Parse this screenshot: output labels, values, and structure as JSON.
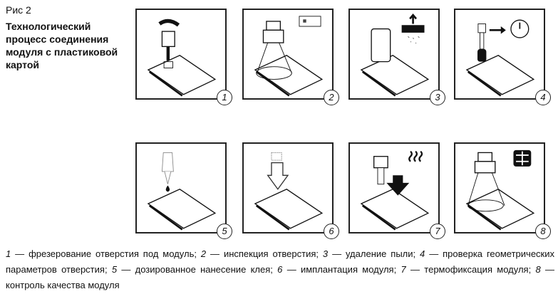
{
  "figure": {
    "label": "Рис 2",
    "title": "Технологический процесс соединения модуля с пластиковой картой"
  },
  "panels": [
    {
      "n": "1"
    },
    {
      "n": "2"
    },
    {
      "n": "3"
    },
    {
      "n": "4"
    },
    {
      "n": "5"
    },
    {
      "n": "6"
    },
    {
      "n": "7"
    },
    {
      "n": "8"
    }
  ],
  "caption": [
    {
      "n": "1",
      "text": " — фрезерование отверстия под модуль; "
    },
    {
      "n": "2",
      "text": " — инспекция отверстия; "
    },
    {
      "n": "3",
      "text": " — удаление пыли; "
    },
    {
      "n": "4",
      "text": " — проверка геометрических параметров отверстия; "
    },
    {
      "n": "5",
      "text": " — дозированное нанесение клея; "
    },
    {
      "n": "6",
      "text": " — имплантация модуля; "
    },
    {
      "n": "7",
      "text": " — термофиксация модуля; "
    },
    {
      "n": "8",
      "text": " — контроль качества модуля"
    }
  ]
}
